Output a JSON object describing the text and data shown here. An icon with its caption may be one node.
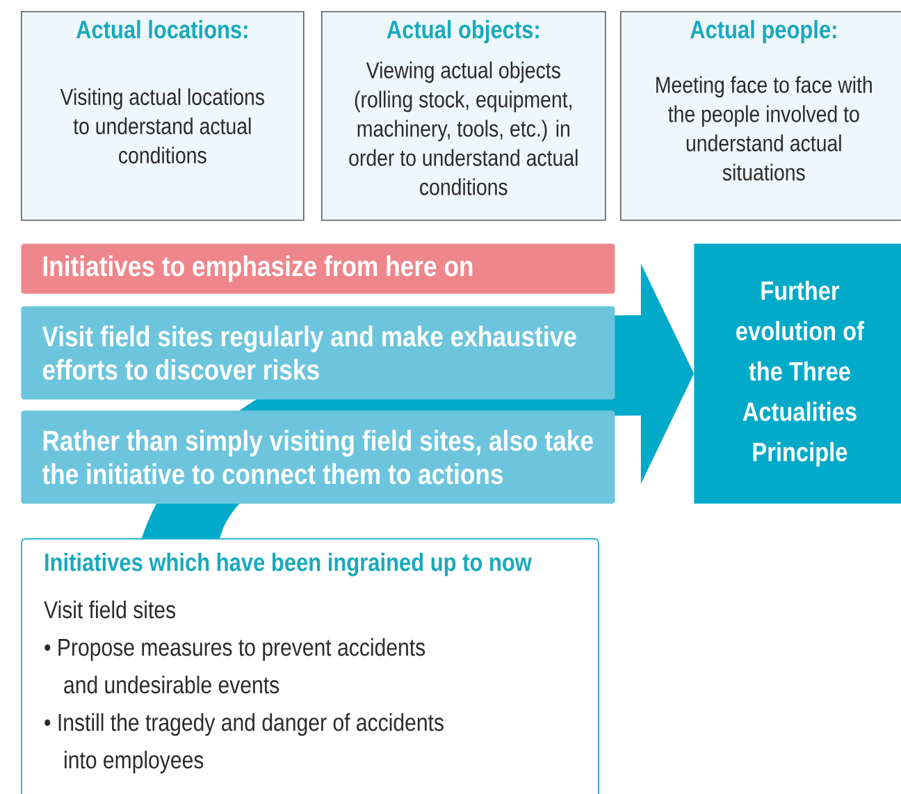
{
  "diagram": {
    "nodes": [
      {
        "text": [
          "Actual locations:",
          "Visiting actual locations to understand actual conditions"
        ]
      },
      {
        "text": [
          "Actual objects:",
          "Viewing actual objects (rolling stock, equipment, machinery, tools, etc.) in order to understand actual conditions"
        ]
      },
      {
        "text": [
          "Actual people:",
          "Meeting face to face with the people involved to understand actual situations"
        ]
      },
      {
        "text": [
          "Initiatives to emphasize from here on"
        ]
      },
      {
        "text": [
          "Visit field sites regularly and make exhaustive efforts to discover risks"
        ]
      },
      {
        "text": [
          "Rather than simply visiting field sites, also take the initiative to connect them to actions"
        ]
      },
      {
        "text": [
          "Further evolution of the Three Actualities Principle"
        ]
      },
      {
        "text": [
          "Initiatives which have been ingrained up to now",
          "Visit field sites",
          "• Propose measures to prevent accidents and undesirable events",
          "• Instill the tragedy and danger of accidents into employees"
        ]
      }
    ],
    "edges": [
      {
        "from": 7,
        "to": 6,
        "arrow": "to"
      }
    ]
  }
}
